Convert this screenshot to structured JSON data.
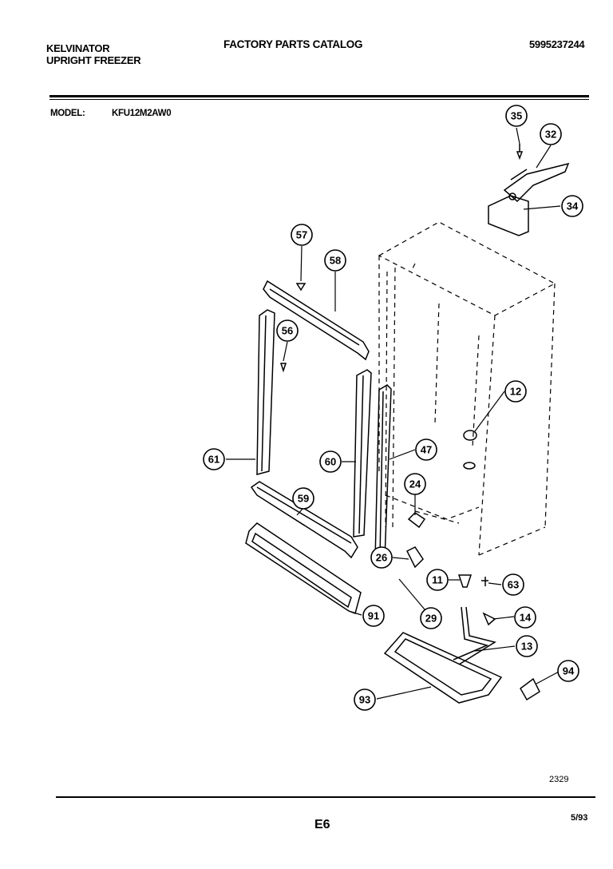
{
  "header": {
    "brand_line1": "KELVINATOR",
    "brand_line2": "UPRIGHT FREEZER",
    "catalog_title": "FACTORY PARTS CATALOG",
    "document_number": "5995237244",
    "model_label": "MODEL:",
    "model_value": "KFU12M2AW0"
  },
  "callouts": [
    "35",
    "32",
    "34",
    "57",
    "58",
    "56",
    "12",
    "47",
    "61",
    "60",
    "24",
    "59",
    "26",
    "11",
    "63",
    "14",
    "91",
    "29",
    "13",
    "94",
    "93"
  ],
  "footer": {
    "drawing_id": "2329",
    "page_id": "E6",
    "revision": "5/93"
  }
}
